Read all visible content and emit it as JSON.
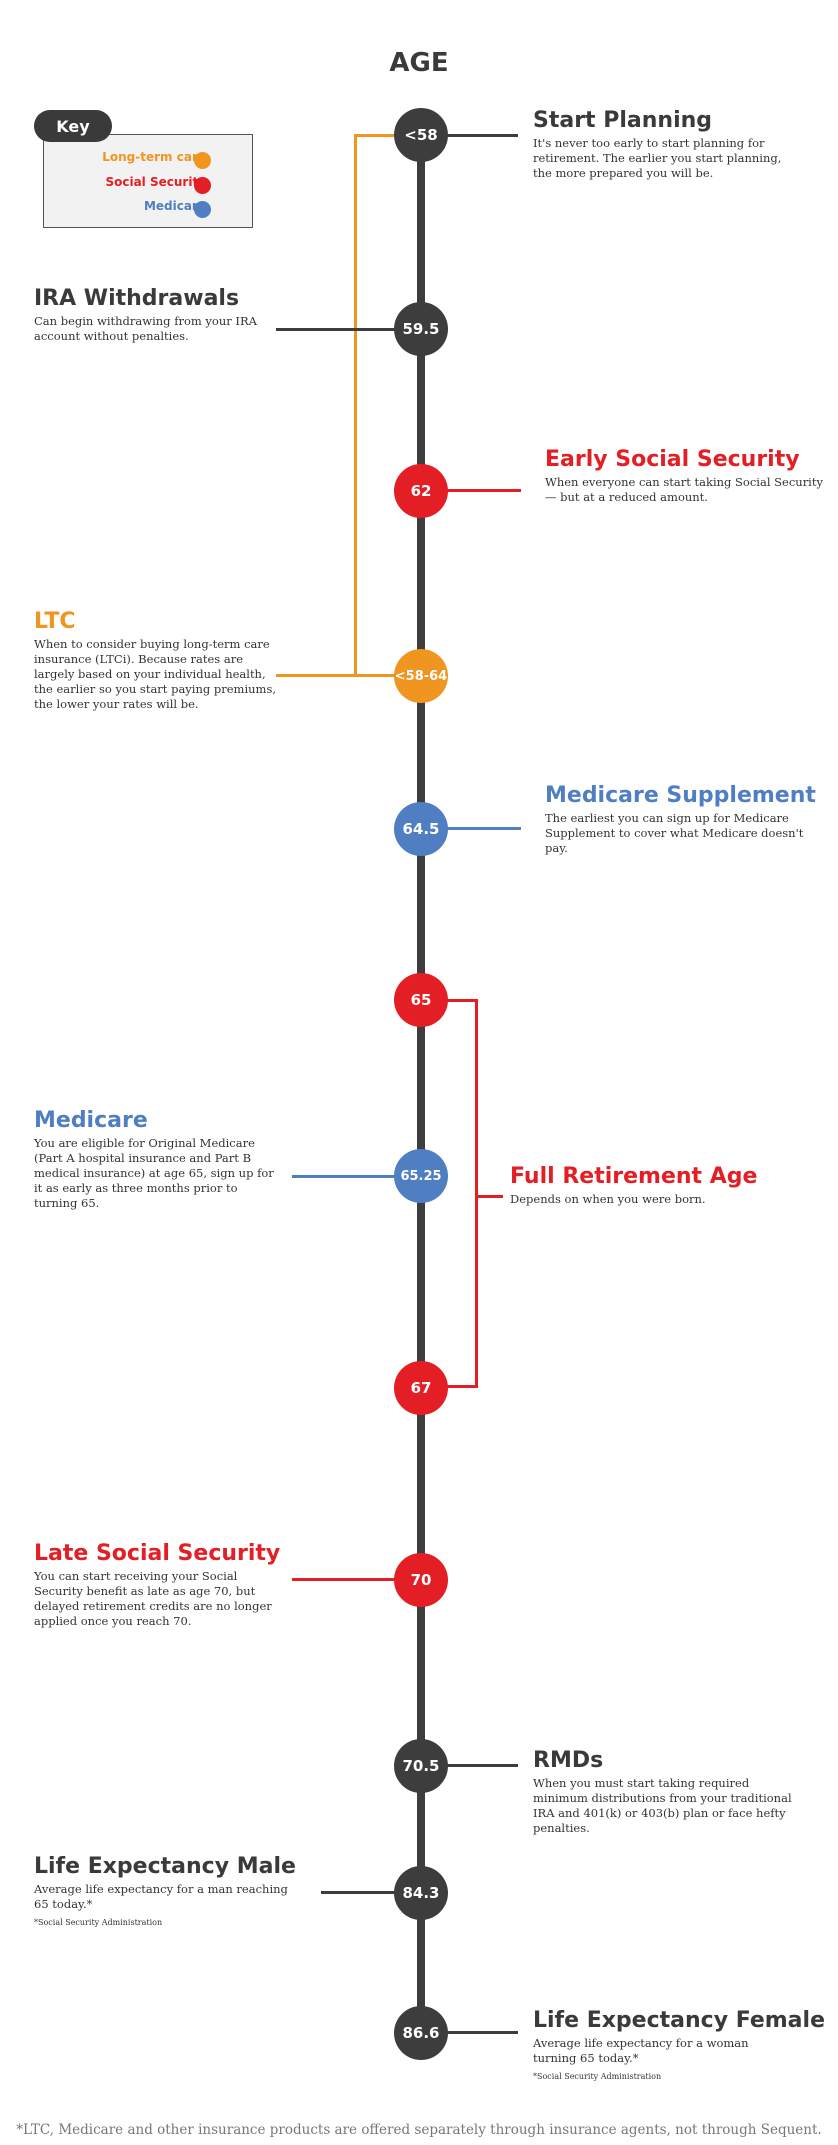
{
  "title": "AGE",
  "colors": {
    "orange": "#f0951f",
    "red": "#e31e24",
    "blue": "#4f7fc2",
    "dark": "#3d3d3d"
  },
  "key": {
    "title": "Key",
    "items": [
      {
        "label": "Long-term care",
        "color": "#f0951f"
      },
      {
        "label": "Social Security",
        "color": "#e31e24"
      },
      {
        "label": "Medicare",
        "color": "#4f7fc2"
      }
    ]
  },
  "nodes": [
    {
      "label": "<58",
      "color": "#3d3d3d"
    },
    {
      "label": "59.5",
      "color": "#3d3d3d"
    },
    {
      "label": "62",
      "color": "#e31e24"
    },
    {
      "label": "<58-64",
      "color": "#f0951f"
    },
    {
      "label": "64.5",
      "color": "#4f7fc2"
    },
    {
      "label": "65",
      "color": "#e31e24"
    },
    {
      "label": "65.25",
      "color": "#4f7fc2"
    },
    {
      "label": "67",
      "color": "#e31e24"
    },
    {
      "label": "70",
      "color": "#e31e24"
    },
    {
      "label": "70.5",
      "color": "#3d3d3d"
    },
    {
      "label": "84.3",
      "color": "#3d3d3d"
    },
    {
      "label": "86.6",
      "color": "#3d3d3d"
    }
  ],
  "events": [
    {
      "heading": "Start Planning",
      "color": "#3a3a3a",
      "desc": "It's never too early to start planning for retirement. The earlier you start planning, the more prepared you will be.",
      "note": ""
    },
    {
      "heading": "IRA Withdrawals",
      "color": "#3a3a3a",
      "desc": "Can begin withdrawing from your IRA account without penalties.",
      "note": ""
    },
    {
      "heading": "Early Social Security",
      "color": "#e31e24",
      "desc": "When everyone can start taking Social Security — but at a reduced amount.",
      "note": ""
    },
    {
      "heading": "LTC",
      "color": "#f0951f",
      "desc": "When to consider buying long-term care insurance (LTCi). Because rates are largely based on your individual health, the earlier so you start paying premiums, the lower your rates will be.",
      "note": ""
    },
    {
      "heading": "Medicare Supplement",
      "color": "#4f7fc2",
      "desc": "The earliest you can sign up for Medicare Supplement to cover what Medicare doesn't pay.",
      "note": ""
    },
    {
      "heading": "Medicare",
      "color": "#4f7fc2",
      "desc": "You are eligible for Original Medicare (Part A hospital insurance and Part B medical insurance) at age 65, sign up for it as early as three months prior to turning 65.",
      "note": ""
    },
    {
      "heading": "Full Retirement Age",
      "color": "#e31e24",
      "desc": "Depends on when you were born.",
      "note": ""
    },
    {
      "heading": "Late Social Security",
      "color": "#e31e24",
      "desc": "You can start receiving your Social Security benefit as late as age 70, but delayed retirement credits are no longer applied once you reach 70.",
      "note": ""
    },
    {
      "heading": "RMDs",
      "color": "#3a3a3a",
      "desc": "When you must start taking required minimum distributions from your traditional IRA and 401(k) or 403(b) plan or face hefty penalties.",
      "note": ""
    },
    {
      "heading": "Life Expectancy Male",
      "color": "#3a3a3a",
      "desc": "Average life expectancy for a man reaching 65 today.*",
      "note": "*Social Security Administration"
    },
    {
      "heading": "Life Expectancy Female",
      "color": "#3a3a3a",
      "desc": "Average life expectancy for a woman turning 65 today.*",
      "note": "*Social Security Administration"
    }
  ],
  "footer": "*LTC, Medicare and other insurance products are offered separately through insurance agents, not through Sequent."
}
